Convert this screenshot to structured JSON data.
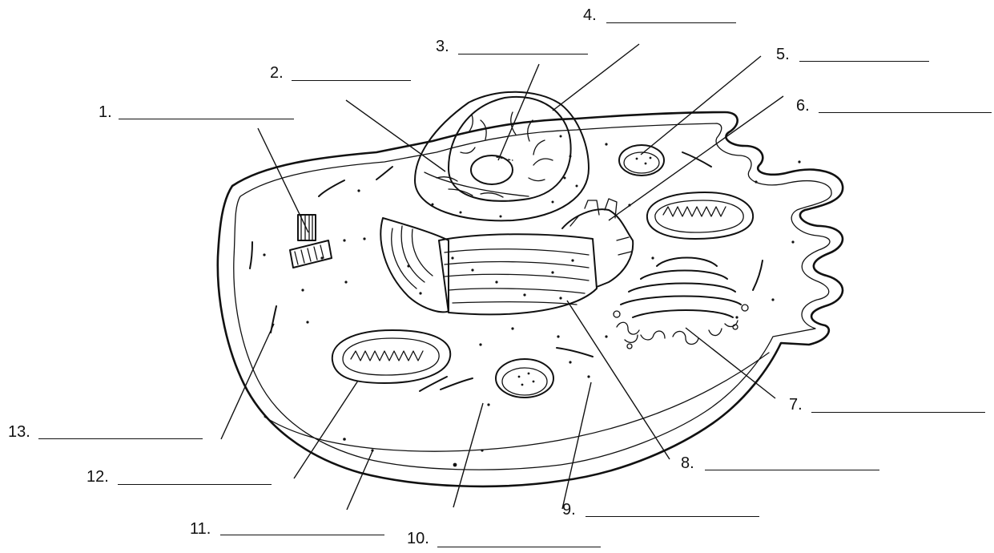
{
  "diagram": {
    "labels": [
      {
        "number": "1."
      },
      {
        "number": "2."
      },
      {
        "number": "3."
      },
      {
        "number": "4."
      },
      {
        "number": "5."
      },
      {
        "number": "6."
      },
      {
        "number": "7."
      },
      {
        "number": "8."
      },
      {
        "number": "9."
      },
      {
        "number": "10."
      },
      {
        "number": "11."
      },
      {
        "number": "12."
      },
      {
        "number": "13."
      }
    ],
    "icon": "animal-cell-cross-section"
  }
}
